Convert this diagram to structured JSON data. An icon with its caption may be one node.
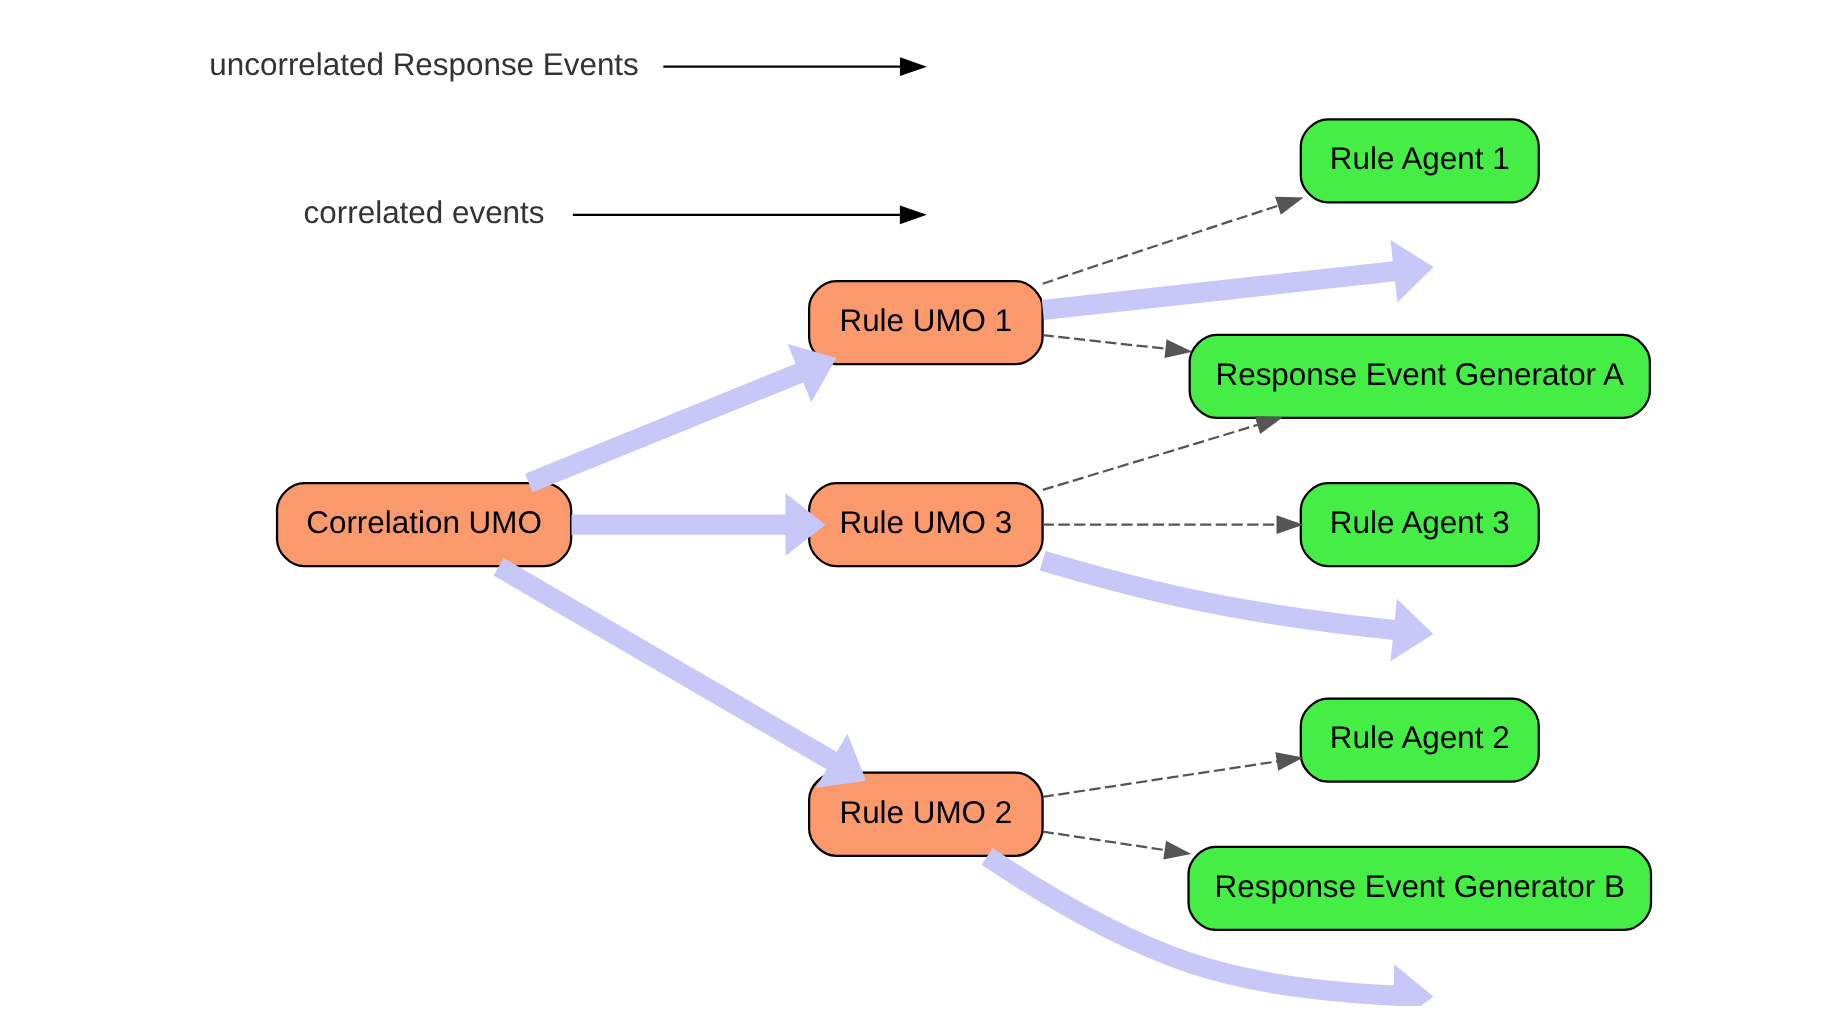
{
  "diagram": {
    "nodes": [
      {
        "text": [
          "Correlation UMO"
        ]
      },
      {
        "text": [
          "Rule UMO 1"
        ]
      },
      {
        "text": [
          "Rule UMO 2"
        ]
      },
      {
        "text": [
          "Rule UMO 3"
        ]
      },
      {
        "text": [
          "Rule Agent 1"
        ]
      },
      {
        "text": [
          "Rule Agent 2"
        ]
      },
      {
        "text": [
          "Rule Agent 3"
        ]
      },
      {
        "text": [
          "Response Event Generator A"
        ]
      },
      {
        "text": [
          "Response Event Generator B"
        ]
      },
      {
        "text": [
          "correlated events"
        ]
      },
      {
        "text": [
          "uncorrelated Response Events"
        ]
      }
    ],
    "edges": [
      {
        "from": 0,
        "to": 3,
        "arrow": "to",
        "style": "thick",
        "color": "#c8c8f8"
      },
      {
        "from": 0,
        "to": 2,
        "arrow": "to",
        "style": "thick",
        "color": "#c8c8f8"
      },
      {
        "from": 0,
        "to": 1,
        "arrow": "to",
        "style": "thick",
        "color": "#c8c8f8"
      },
      {
        "from": 3,
        "to": null,
        "arrow": "to",
        "style": "thick",
        "color": "#c8c8f8"
      },
      {
        "from": 2,
        "to": null,
        "arrow": "to",
        "style": "thick",
        "color": "#c8c8f8"
      },
      {
        "from": 1,
        "to": null,
        "arrow": "to",
        "style": "thick",
        "color": "#c8c8f8"
      },
      {
        "from": 9,
        "to": null,
        "arrow": "to",
        "color": "#000000"
      },
      {
        "from": 10,
        "to": null,
        "arrow": "to",
        "color": "#000000"
      },
      {
        "from": 1,
        "to": 4,
        "arrow": "to",
        "style": "dashed",
        "color": "#555555"
      },
      {
        "from": 1,
        "to": 7,
        "arrow": "to",
        "style": "dashed",
        "color": "#555555"
      },
      {
        "from": 2,
        "to": 5,
        "arrow": "to",
        "style": "dashed",
        "color": "#555555"
      },
      {
        "from": 2,
        "to": 8,
        "arrow": "to",
        "style": "dashed",
        "color": "#555555"
      },
      {
        "from": 3,
        "to": 6,
        "arrow": "to",
        "style": "dashed",
        "color": "#555555"
      },
      {
        "from": 3,
        "to": 7,
        "arrow": "to",
        "style": "dashed",
        "color": "#555555"
      }
    ]
  }
}
